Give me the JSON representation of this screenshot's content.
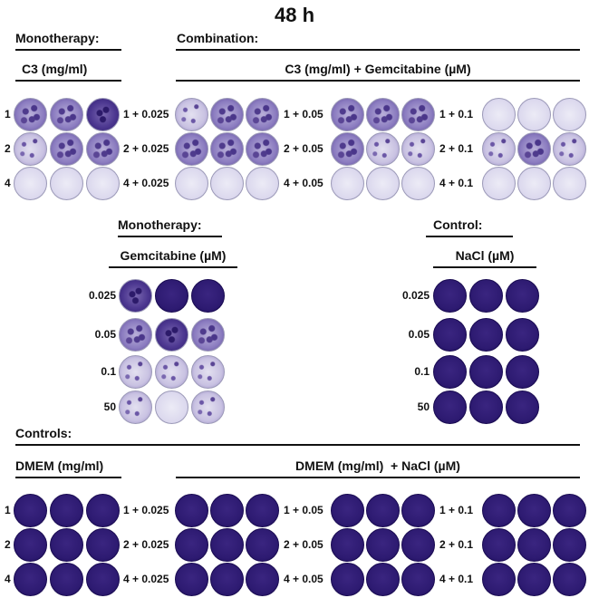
{
  "title": "48 h",
  "top": {
    "mono_header": "Monotherapy:",
    "mono_sub": "C3 (mg/ml)",
    "combo_header": "Combination:",
    "combo_sub": "C3 (mg/ml) + Gemcitabine (µM)",
    "mono_rows": [
      "1",
      "2",
      "4"
    ],
    "combo_groups": [
      [
        "1 + 0.025",
        "2 + 0.025",
        "4 + 0.025"
      ],
      [
        "1 + 0.05",
        "2 + 0.05",
        "4 + 0.05"
      ],
      [
        "1 + 0.1",
        "2 + 0.1",
        "4 + 0.1"
      ]
    ]
  },
  "middle": {
    "gem_header": "Monotherapy:",
    "gem_sub": "Gemcitabine (µM)",
    "gem_rows": [
      "0.025",
      "0.05",
      "0.1",
      "50"
    ],
    "ctrl_header": "Control:",
    "ctrl_sub": "NaCl (µM)",
    "ctrl_rows": [
      "0.025",
      "0.05",
      "0.1",
      "50"
    ]
  },
  "bottom": {
    "controls_header": "Controls:",
    "dmem_sub": "DMEM (mg/ml)",
    "dmem_nacl_sub": "DMEM (mg/ml)  + NaCl (µM)",
    "dmem_rows": [
      "1",
      "2",
      "4"
    ],
    "combo_groups": [
      [
        "1 + 0.025",
        "2 + 0.025",
        "4 + 0.025"
      ],
      [
        "1 + 0.05",
        "2 + 0.05",
        "4 + 0.05"
      ],
      [
        "1 + 0.1",
        "2 + 0.1",
        "4 + 0.1"
      ]
    ]
  }
}
